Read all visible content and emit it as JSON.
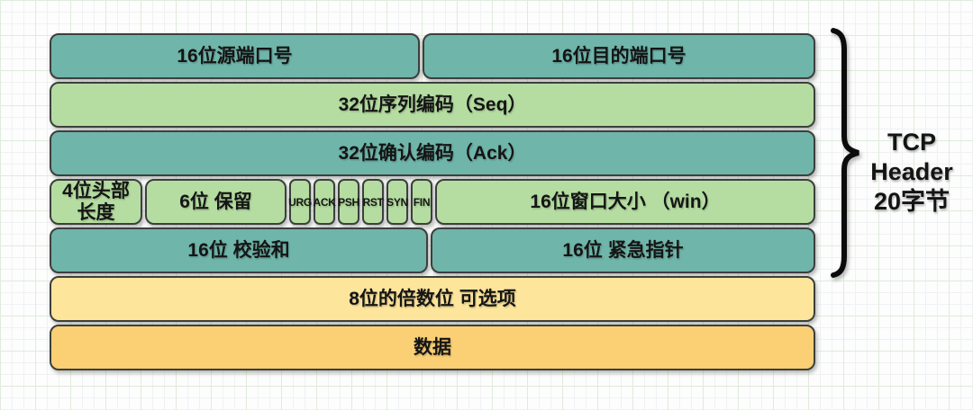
{
  "diagram": {
    "rows": [
      {
        "color": "teal",
        "cells": [
          {
            "label": "16位源端口号"
          },
          {
            "label": "16位目的端口号"
          }
        ]
      },
      {
        "color": "green",
        "cells": [
          {
            "label": "32位序列编码（Seq）"
          }
        ]
      },
      {
        "color": "teal",
        "cells": [
          {
            "label": "32位确认编码（Ack）"
          }
        ]
      },
      {
        "color": "green",
        "cells": [
          {
            "label": "4位头部长度"
          },
          {
            "label": "6位 保留"
          },
          {
            "label": "URG"
          },
          {
            "label": "ACK"
          },
          {
            "label": "PSH"
          },
          {
            "label": "RST"
          },
          {
            "label": "SYN"
          },
          {
            "label": "FIN"
          },
          {
            "label": "16位窗口大小 （win）"
          }
        ]
      },
      {
        "color": "teal",
        "cells": [
          {
            "label": "16位 校验和"
          },
          {
            "label": "16位 紧急指针"
          }
        ]
      },
      {
        "color": "yellow",
        "cells": [
          {
            "label": "8位的倍数位 可选项"
          }
        ]
      },
      {
        "color": "orange",
        "cells": [
          {
            "label": "数据"
          }
        ]
      }
    ],
    "bracket": {
      "lines": [
        "TCP",
        "Header",
        "20字节"
      ]
    },
    "colors": {
      "teal": "#6FB5AA",
      "light_green": "#B5DDA1",
      "light_yellow": "#FDE59B",
      "orange": "#FBD075",
      "border": "#3D3F3D",
      "text": "#141414"
    }
  }
}
